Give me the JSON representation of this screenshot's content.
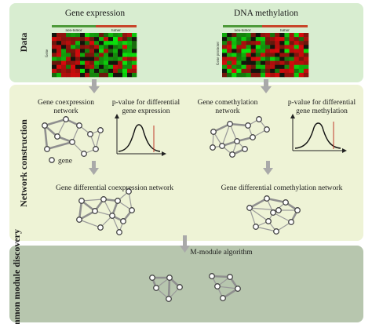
{
  "bands": {
    "data": "Data",
    "network": "Network construction",
    "common": "Common module discovery"
  },
  "data_panel": {
    "expression_title": "Gene expression",
    "methylation_title": "DNA methylation",
    "non_tumor": "non-tumor",
    "tumor": "tumor",
    "gene_axis": "Gene",
    "promoter_axis": "Gene promoter"
  },
  "network_panel": {
    "coexpression_network": [
      "Gene coexpression",
      "network"
    ],
    "comethylation_network": [
      "Gene comethylation",
      "network"
    ],
    "pvalue_expression": [
      "p-value for differential",
      "gene expression"
    ],
    "pvalue_methylation": [
      "p-value for differential",
      "gene methylation"
    ],
    "gene_legend": "gene",
    "diff_coexpression": "Gene differential coexpression network",
    "diff_comethylation": "Gene differential comethylation network"
  },
  "common_panel": {
    "algorithm": "M-module algorithm"
  },
  "colors": {
    "band_data": "#d8edd0",
    "band_network": "#eef3d6",
    "band_common": "#b7c6ae",
    "non_tumor_bar": "#4e9a3a",
    "tumor_bar": "#c8452a",
    "arrow": "#a9a9a9",
    "cutoff_line": "#c0392b"
  }
}
